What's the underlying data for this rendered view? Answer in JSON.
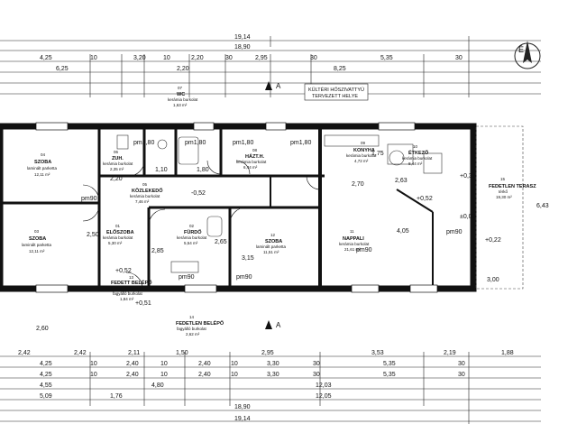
{
  "title_note": [
    "KÜLTÉRI HŐSZIVATTYÚ",
    "TERVEZETT HELYE"
  ],
  "overall_top": [
    "19,14",
    "18,90"
  ],
  "top_row1": [
    "4,25",
    "10",
    "3,20",
    "10",
    "2,20",
    "30",
    "2,95",
    "30",
    "5,35",
    "30"
  ],
  "top_row2": [
    "6,25",
    "2,20",
    "8,25"
  ],
  "bottom_rows": {
    "r1": [
      "2,42",
      "2,42",
      "2,11",
      "1,50",
      "2,95",
      "3,53",
      "2,19",
      "1,88"
    ],
    "r2": [
      "4,25",
      "10",
      "2,40",
      "10",
      "2,40",
      "10",
      "3,30",
      "30",
      "5,35",
      "30"
    ],
    "r3": [
      "4,25",
      "10",
      "2,40",
      "10",
      "2,40",
      "10",
      "3,30",
      "30",
      "5,35",
      "30"
    ],
    "r4": [
      "4,55",
      "4,80",
      "12,03"
    ],
    "r5": [
      "5,09",
      "1,76",
      "12,05"
    ],
    "overall": [
      "18,90",
      "19,14"
    ]
  },
  "rooms": [
    {
      "num": "04",
      "name": "SZOBA",
      "floor": "laminált parketta",
      "area": "12,11 m²"
    },
    {
      "num": "03",
      "name": "SZOBA",
      "floor": "laminált parketta",
      "area": "12,11 m²"
    },
    {
      "num": "06",
      "name": "ZUH.",
      "floor": "kerámia burkolat",
      "area": "2,35 m²"
    },
    {
      "num": "07",
      "name": "WC",
      "floor": "kerámia burkolat",
      "area": "1,63 m²"
    },
    {
      "num": "08",
      "name": "HÁZT.H.",
      "floor": "kerámia burkolat",
      "area": "6,44 m²"
    },
    {
      "num": "09",
      "name": "KONYHA",
      "floor": "kerámia burkolat",
      "area": "4,72 m²"
    },
    {
      "num": "10",
      "name": "ÉTKEZŐ",
      "floor": "kerámia burkolat",
      "area": "8,44 m²"
    },
    {
      "num": "15",
      "name": "FEDETLEN TERASZ",
      "floor": "térkő",
      "area": "19,30 m²"
    },
    {
      "num": "05",
      "name": "KÖZLEKEDŐ",
      "floor": "kerámia burkolat",
      "area": "7,46 m²"
    },
    {
      "num": "01",
      "name": "ELŐSZOBA",
      "floor": "kerámia burkolat",
      "area": "5,30 m²"
    },
    {
      "num": "02",
      "name": "FÜRDŐ",
      "floor": "kerámia burkolat",
      "area": "5,54 m²"
    },
    {
      "num": "12",
      "name": "SZOBA",
      "floor": "laminált parketta",
      "area": "11,51 m²"
    },
    {
      "num": "11",
      "name": "NAPPALI",
      "floor": "kerámia burkolat",
      "area": "21,61 m²"
    },
    {
      "num": "13",
      "name": "FEDETT BELÉPŐ",
      "floor": "fagyálló burkolat",
      "area": "1,84 m²"
    },
    {
      "num": "14",
      "name": "FEDETLEN BELÉPŐ",
      "floor": "fagyálló burkolat",
      "area": "2,62 m²"
    }
  ],
  "levels": [
    "-0,52",
    "+0,52",
    "+0,52",
    "±0,00",
    "+0,51",
    "+0,22",
    "+0,37"
  ],
  "marks": {
    "a_top": "A",
    "a_bottom": "A",
    "north": "É"
  },
  "inner_dims": [
    "pm1,80",
    "pm1,80",
    "pm1,80",
    "pm1,80",
    "pm90",
    "pm90",
    "pm90",
    "pm90",
    "pm90",
    "3,00",
    "6,43",
    "2,70",
    "2,63",
    "4,05",
    "1,75",
    "2,50",
    "3,15",
    "2,20",
    "2,60",
    "2,65",
    "2,85",
    "1,10",
    "1,80"
  ]
}
